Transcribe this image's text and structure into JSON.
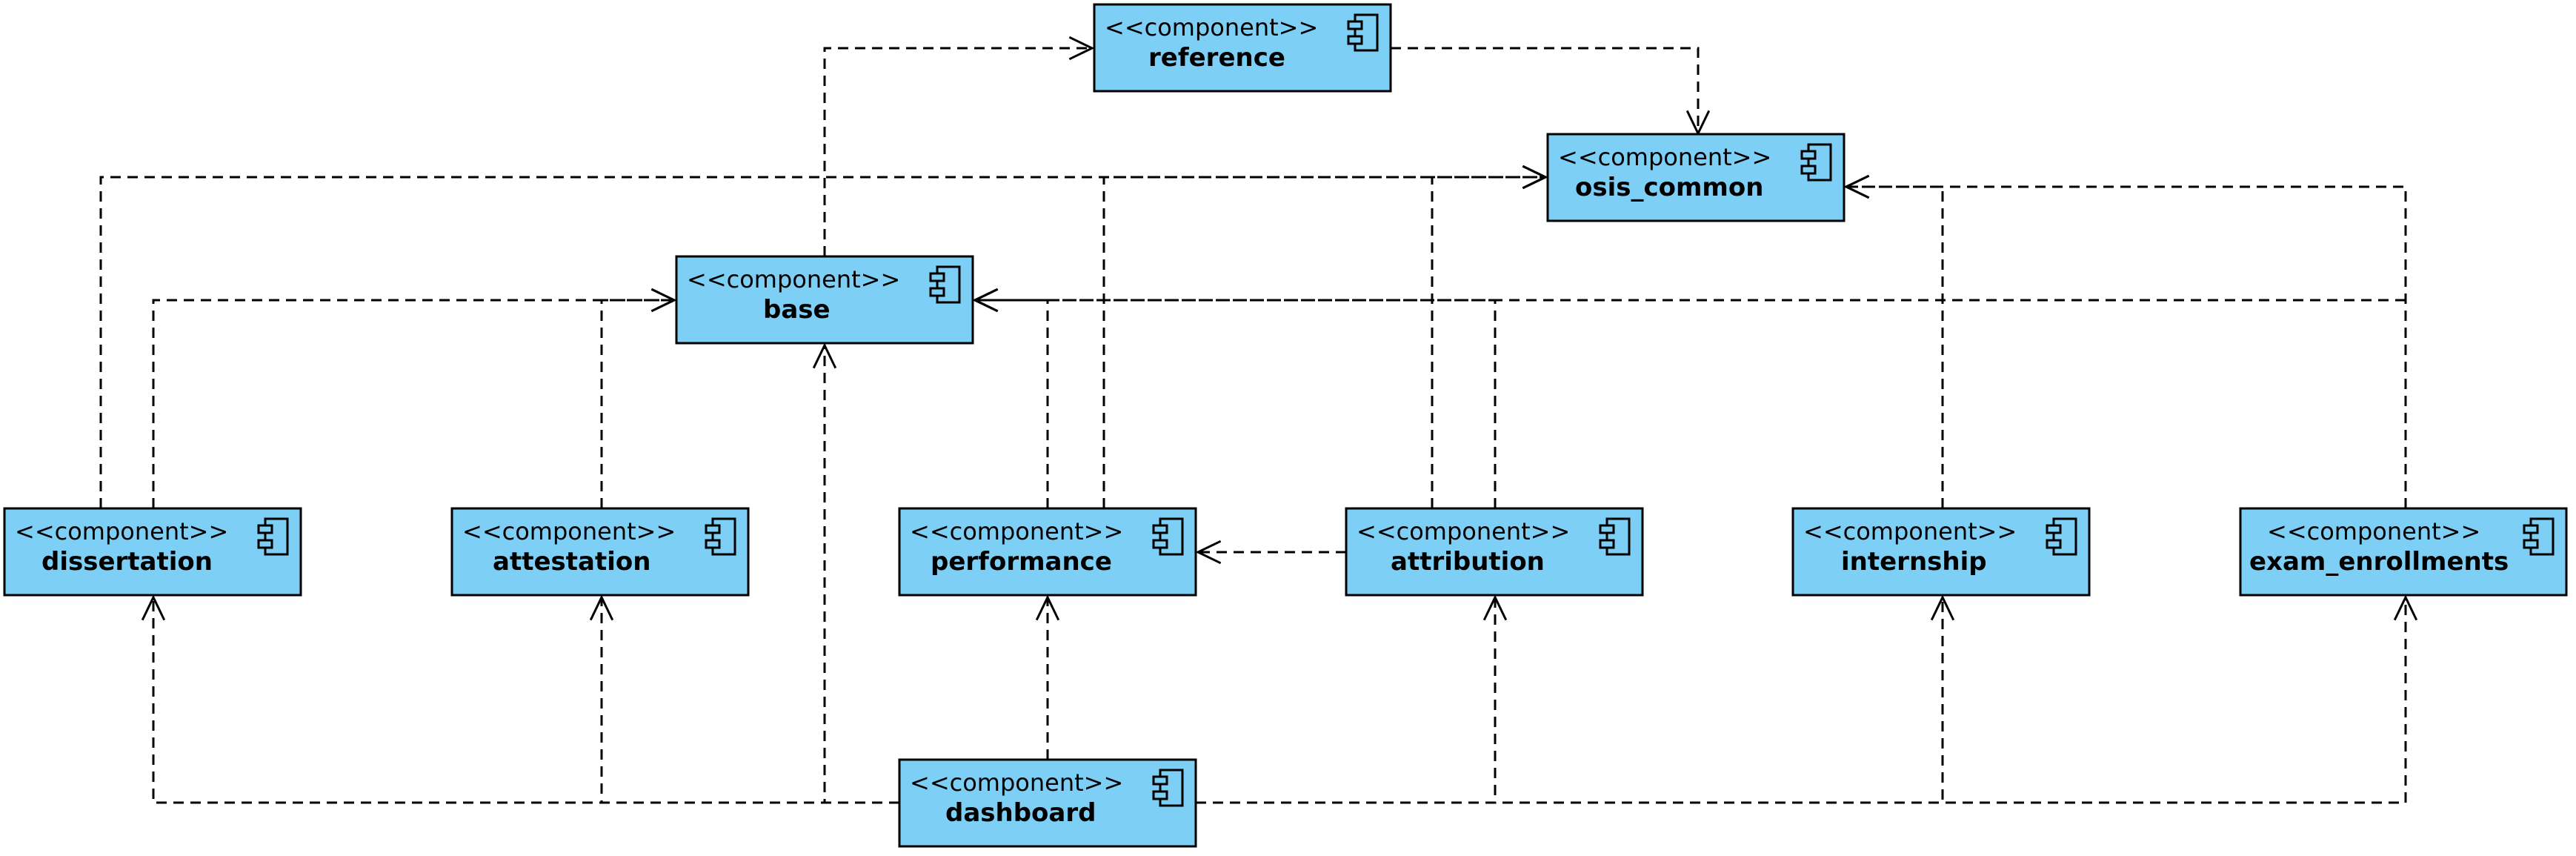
{
  "diagram": {
    "type": "uml-component-diagram",
    "colors": {
      "component_fill": "#7dcff5",
      "border": "#000000",
      "line": "#000000"
    },
    "components": [
      {
        "id": "reference",
        "stereotype": "<<component>>",
        "name": "reference"
      },
      {
        "id": "osis_common",
        "stereotype": "<<component>>",
        "name": "osis_common"
      },
      {
        "id": "base",
        "stereotype": "<<component>>",
        "name": "base"
      },
      {
        "id": "dissertation",
        "stereotype": "<<component>>",
        "name": "dissertation"
      },
      {
        "id": "attestation",
        "stereotype": "<<component>>",
        "name": "attestation"
      },
      {
        "id": "performance",
        "stereotype": "<<component>>",
        "name": "performance"
      },
      {
        "id": "attribution",
        "stereotype": "<<component>>",
        "name": "attribution"
      },
      {
        "id": "internship",
        "stereotype": "<<component>>",
        "name": "internship"
      },
      {
        "id": "exam_enrollments",
        "stereotype": "<<component>>",
        "name": "exam_enrollments"
      },
      {
        "id": "dashboard",
        "stereotype": "<<component>>",
        "name": "dashboard"
      }
    ],
    "dependencies": [
      {
        "from": "reference",
        "to": "osis_common"
      },
      {
        "from": "base",
        "to": "reference"
      },
      {
        "from": "dissertation",
        "to": "osis_common"
      },
      {
        "from": "dissertation",
        "to": "base"
      },
      {
        "from": "attestation",
        "to": "base"
      },
      {
        "from": "performance",
        "to": "base"
      },
      {
        "from": "performance",
        "to": "osis_common"
      },
      {
        "from": "attribution",
        "to": "osis_common"
      },
      {
        "from": "attribution",
        "to": "base"
      },
      {
        "from": "attribution",
        "to": "performance"
      },
      {
        "from": "internship",
        "to": "osis_common"
      },
      {
        "from": "exam_enrollments",
        "to": "osis_common"
      },
      {
        "from": "exam_enrollments",
        "to": "base"
      },
      {
        "from": "dashboard",
        "to": "base"
      },
      {
        "from": "dashboard",
        "to": "performance"
      },
      {
        "from": "dashboard",
        "to": "dissertation"
      },
      {
        "from": "dashboard",
        "to": "attestation"
      },
      {
        "from": "dashboard",
        "to": "attribution"
      },
      {
        "from": "dashboard",
        "to": "internship"
      },
      {
        "from": "dashboard",
        "to": "exam_enrollments"
      }
    ]
  }
}
